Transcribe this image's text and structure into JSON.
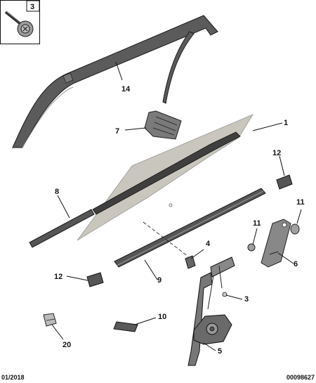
{
  "diagram": {
    "inset_callout": "3",
    "callouts": {
      "c1": "1",
      "c3": "3",
      "c4": "4",
      "c5": "5",
      "c6": "6",
      "c7": "7",
      "c8": "8",
      "c9": "9",
      "c10": "10",
      "c11a": "11",
      "c11b": "11",
      "c12a": "12",
      "c12b": "12",
      "c14": "14",
      "c20": "20"
    },
    "footer": {
      "date": "01/2018",
      "reference": "00098627"
    }
  }
}
